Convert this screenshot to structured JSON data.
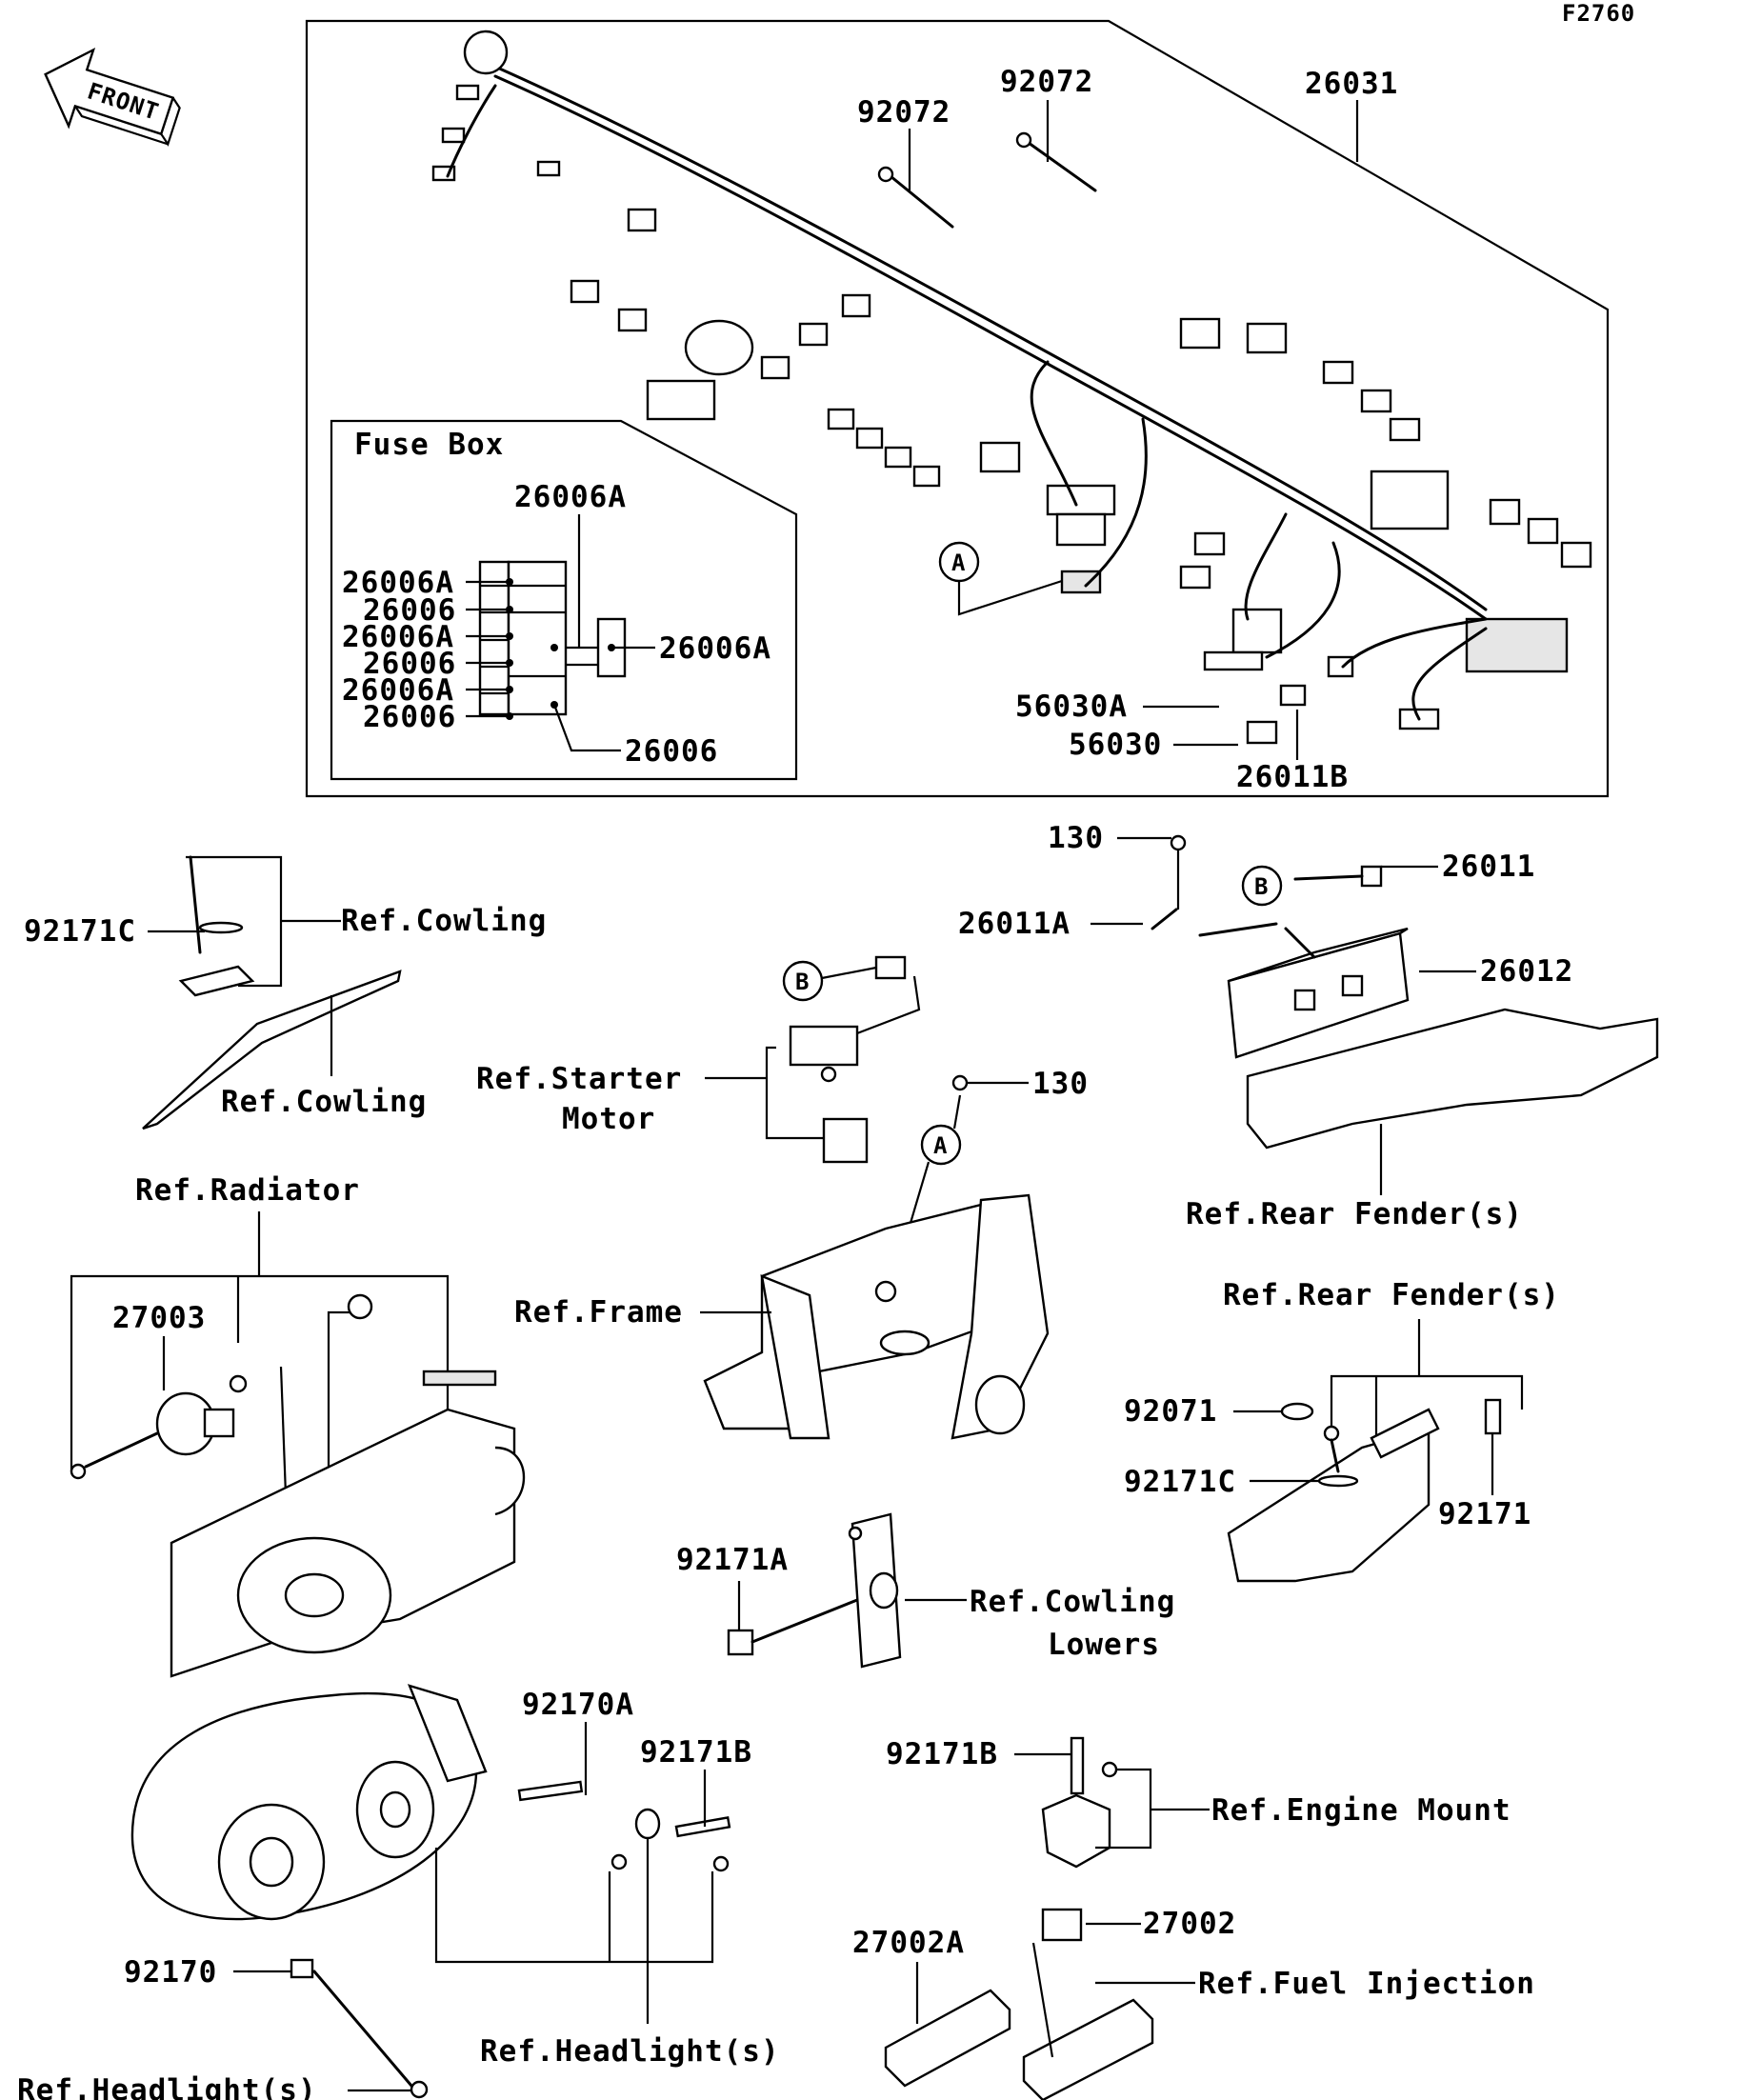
{
  "diagram_code": "F2760",
  "front_arrow_label": "FRONT",
  "callout_a": "A",
  "callout_b": "B",
  "harness": {
    "main_harness": "26031",
    "clamp_1": "92072",
    "clamp_2": "92072",
    "connector_56030a": "56030A",
    "connector_56030": "56030",
    "lead_26011b": "26011B"
  },
  "fuse_box": {
    "title": "Fuse Box",
    "top_label": "26006A",
    "left_labels": [
      "26006A",
      "26006",
      "26006A",
      "26006",
      "26006A",
      "26006"
    ],
    "right_label": "26006A",
    "bottom_label": "26006"
  },
  "battery": {
    "bolt_130": "130",
    "lead_26011": "26011",
    "lead_26011a": "26011A",
    "battery_26012": "26012",
    "ref_rear_fender": "Ref.Rear Fender(s)"
  },
  "upper_left": {
    "part_92171c": "92171C",
    "ref_cowling_1": "Ref.Cowling",
    "ref_cowling_2": "Ref.Cowling"
  },
  "center": {
    "ref_starter_motor_1": "Ref.Starter",
    "ref_starter_motor_2": "Motor",
    "bolt_130": "130",
    "ref_frame": "Ref.Frame"
  },
  "radiator": {
    "ref_radiator": "Ref.Radiator",
    "part_27003": "27003"
  },
  "rear_right": {
    "ref_rear_fender": "Ref.Rear Fender(s)",
    "part_92071": "92071",
    "part_92171c": "92171C",
    "part_92171": "92171"
  },
  "cowling_lowers": {
    "part_92171a": "92171A",
    "ref_1": "Ref.Cowling",
    "ref_2": "Lowers"
  },
  "headlight": {
    "part_92170a": "92170A",
    "part_92171b": "92171B",
    "part_92170": "92170",
    "ref_headlight_1": "Ref.Headlight(s)",
    "ref_headlight_2": "Ref.Headlight(s)"
  },
  "engine_mount": {
    "part_92171b": "92171B",
    "ref_engine_mount": "Ref.Engine Mount"
  },
  "fuel_injection": {
    "part_27002a": "27002A",
    "part_27002": "27002",
    "ref_fuel_injection": "Ref.Fuel Injection"
  }
}
